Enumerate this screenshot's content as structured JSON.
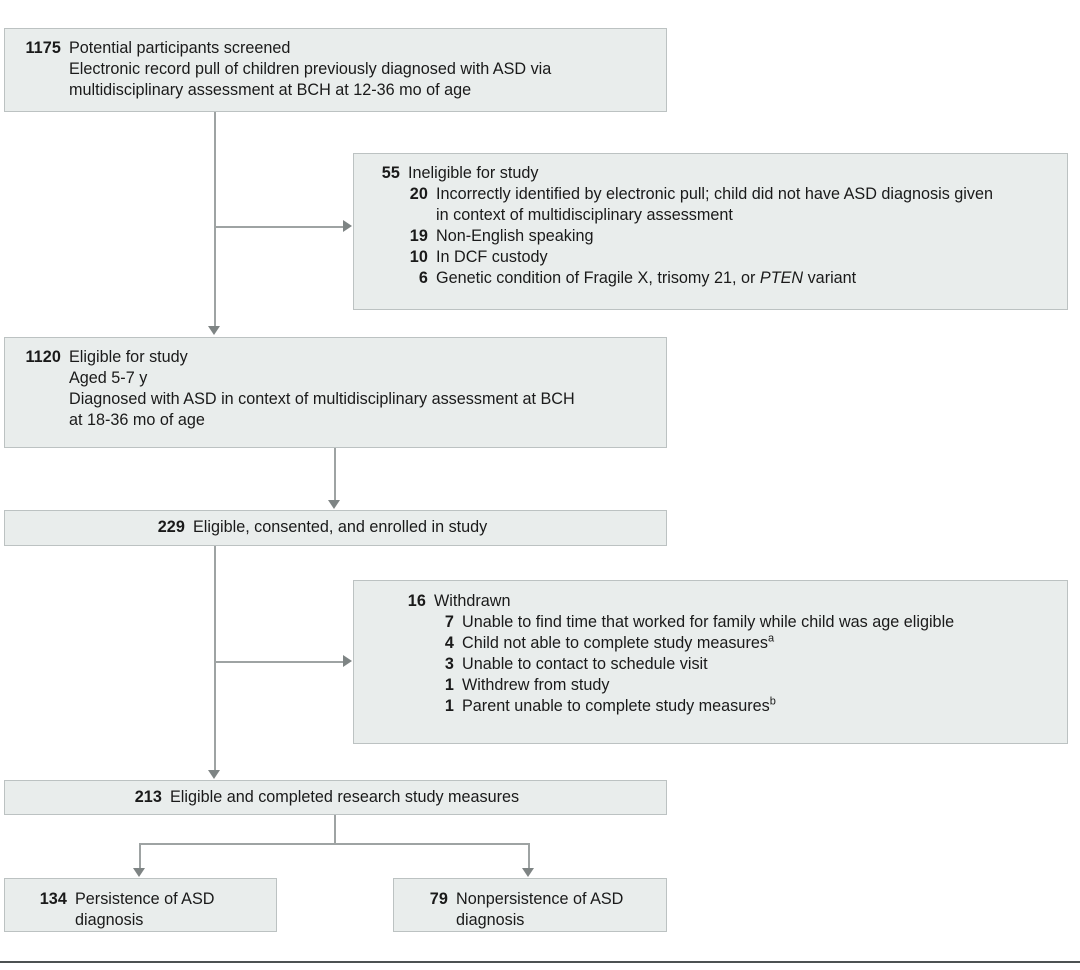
{
  "figure": {
    "type": "participant-flow-diagram",
    "colors": {
      "box_fill": "#e9edec",
      "box_border": "#bcc2c2",
      "connector": "#9ea3a3",
      "arrow": "#7e8484",
      "rule": "#4c5152",
      "text": "#1a1a1a"
    }
  },
  "nodes": {
    "screened": {
      "count": "1175",
      "label": "Potential participants screened",
      "detail_line1": "Electronic record pull of children previously diagnosed with ASD via",
      "detail_line2": "multidisciplinary assessment at BCH at 12-36 mo of age"
    },
    "ineligible": {
      "count": "55",
      "label": "Ineligible for study",
      "reasons": [
        {
          "count": "20",
          "text_line1": "Incorrectly identified by electronic pull; child did not have ASD diagnosis given",
          "text_line2": "in context of multidisciplinary assessment"
        },
        {
          "count": "19",
          "text_line1": "Non-English speaking",
          "text_line2": ""
        },
        {
          "count": "10",
          "text_line1": "In DCF custody",
          "text_line2": ""
        },
        {
          "count": "6",
          "text_pre": "Genetic condition of Fragile X, trisomy 21, or ",
          "text_italic": "PTEN",
          "text_post": " variant"
        }
      ]
    },
    "eligible": {
      "count": "1120",
      "label": "Eligible for study",
      "detail_line1": "Aged 5-7 y",
      "detail_line2": "Diagnosed with ASD in context of multidisciplinary assessment at BCH",
      "detail_line3": "at 18-36 mo of age"
    },
    "enrolled": {
      "count": "229",
      "label": "Eligible, consented, and enrolled in study"
    },
    "withdrawn": {
      "count": "16",
      "label": "Withdrawn",
      "reasons": [
        {
          "count": "7",
          "text": "Unable to find time that worked for family while child was age eligible",
          "footnote": ""
        },
        {
          "count": "4",
          "text": "Child not able to complete study measures",
          "footnote": "a"
        },
        {
          "count": "3",
          "text": "Unable to contact to schedule visit",
          "footnote": ""
        },
        {
          "count": "1",
          "text": "Withdrew from study",
          "footnote": ""
        },
        {
          "count": "1",
          "text": "Parent unable to complete study measures",
          "footnote": "b"
        }
      ]
    },
    "completed": {
      "count": "213",
      "label": "Eligible and completed research study measures"
    },
    "persistence": {
      "count": "134",
      "label_line1": "Persistence of ASD",
      "label_line2": "diagnosis"
    },
    "nonpersistence": {
      "count": "79",
      "label_line1": "Nonpersistence of ASD",
      "label_line2": "diagnosis"
    }
  }
}
